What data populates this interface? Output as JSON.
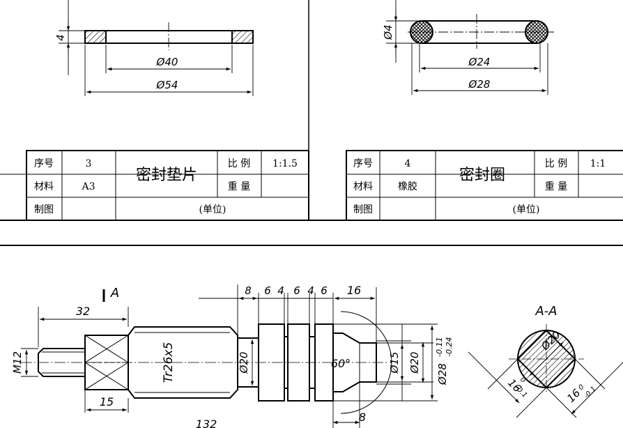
{
  "gasket": {
    "dims": {
      "thickness": "4",
      "inner_dia": "Ø40",
      "outer_dia": "Ø54"
    },
    "title_block": {
      "serial_label": "序号",
      "serial_value": "3",
      "material_label": "材料",
      "material_value": "A3",
      "drawn_label": "制图",
      "part_name": "密封垫片",
      "scale_label": "比 例",
      "scale_value": "1:1.5",
      "weight_label": "重 量",
      "unit_label": "(单位)"
    }
  },
  "oring": {
    "dims": {
      "section_dia": "Ø4",
      "inner_dia": "Ø24",
      "outer_dia": "Ø28"
    },
    "title_block": {
      "serial_label": "序号",
      "serial_value": "4",
      "material_label": "材料",
      "material_value": "橡胶",
      "drawn_label": "制图",
      "part_name": "密封圈",
      "scale_label": "比 例",
      "scale_value": "1:1",
      "weight_label": "重 量",
      "unit_label": "(单位)"
    }
  },
  "shaft": {
    "section_marker": "A",
    "dims": {
      "len_32": "32",
      "len_15": "15",
      "thread_m12": "M12",
      "thread_tr": "Tr26x5",
      "dia_20_body": "Ø20",
      "grooves": [
        "8",
        "6",
        "4",
        "6",
        "4",
        "6"
      ],
      "len_16": "16",
      "angle": "60°",
      "dia_15": "Ø15",
      "dia_20_tip": "Ø20",
      "dia_28": "Ø28",
      "tol_upper": "-0.11",
      "tol_lower": "-0.24",
      "len_8": "8",
      "total": "132"
    }
  },
  "section_aa": {
    "title": "A-A",
    "dims": {
      "dia": "Ø20",
      "flat_left": "16",
      "flat_right": "16",
      "tol_upper": "0",
      "tol_lower": "-0.1"
    }
  }
}
